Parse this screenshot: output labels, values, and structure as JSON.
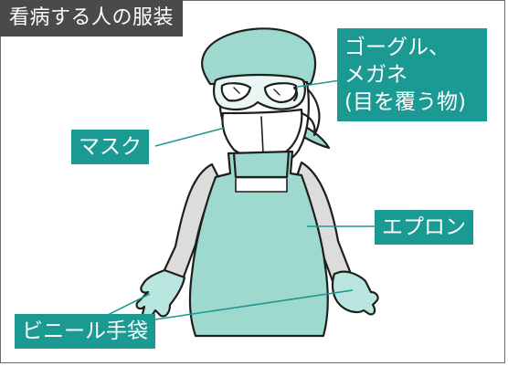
{
  "title": "看病する人の服装",
  "labels": {
    "goggles": [
      "ゴーグル、",
      "メガネ",
      "(目を覆う物)"
    ],
    "mask": "マスク",
    "apron": "エプロン",
    "gloves": "ビニール手袋"
  },
  "colors": {
    "accent": "#1a9a92",
    "apron_fill": "#9ed9cf",
    "title_bg": "#4a4a4a",
    "sleeve": "#dcdcdc",
    "glove": "#b8e5de"
  },
  "illustration": {
    "subject": "person wearing head cover, goggles, mask, apron and plastic gloves"
  }
}
